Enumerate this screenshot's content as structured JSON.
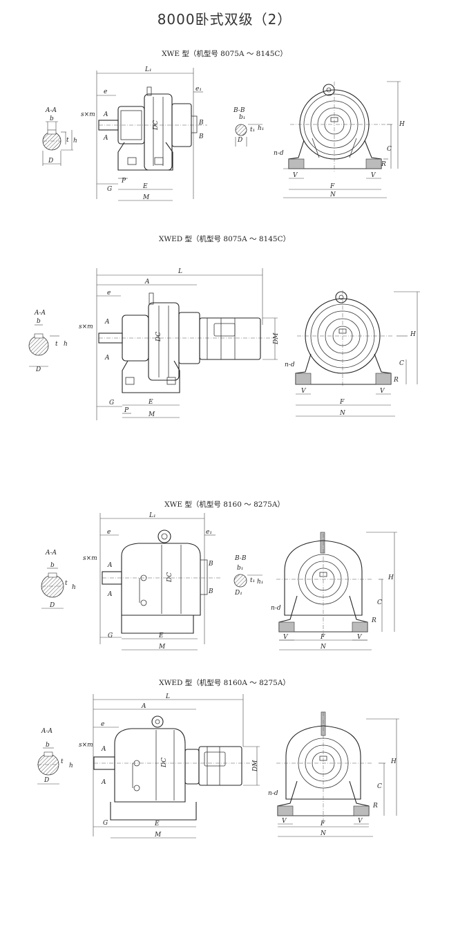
{
  "page": {
    "title": "8000卧式双级（2）"
  },
  "sections": [
    {
      "title": "XWE 型（机型号 8075A ～ 8145C）",
      "labels": {
        "aa": "A-A",
        "b": "b",
        "t": "t",
        "h": "h",
        "d": "D",
        "sm": "s×m",
        "a1": "A",
        "a2": "A",
        "e": "e",
        "l1": "L₁",
        "e1": "e₁",
        "dc": "DC",
        "b1": "B",
        "b2": "B",
        "g": "G",
        "p": "P",
        "e_dim": "E",
        "m": "M",
        "bb": "B-B",
        "b1s": "b₁",
        "t1": "t₁",
        "h1": "h₁",
        "d1": "D",
        "nd": "n-d",
        "v1": "V",
        "v2": "V",
        "f": "F",
        "n": "N",
        "hh": "H",
        "c": "C",
        "r": "R"
      }
    },
    {
      "title": "XWED 型（机型号 8075A ～ 8145C）",
      "labels": {
        "aa": "A-A",
        "b": "b",
        "t": "t",
        "h": "h",
        "d": "D",
        "sm": "s×m",
        "a1": "A",
        "a2": "A",
        "e": "e",
        "l": "L",
        "a_dim": "A",
        "dc": "DC",
        "dm": "DM",
        "g": "G",
        "p": "P",
        "e_dim": "E",
        "m": "M",
        "nd": "n-d",
        "v1": "V",
        "v2": "V",
        "f": "F",
        "n": "N",
        "hh": "H",
        "c": "C",
        "r": "R"
      }
    },
    {
      "title": "XWE 型（机型号 8160 ～ 8275A）",
      "labels": {
        "aa": "A-A",
        "b": "b",
        "t": "t",
        "h": "h",
        "d": "D",
        "sm": "s×m",
        "a1": "A",
        "a2": "A",
        "e": "e",
        "l1": "L₁",
        "e1": "e₁",
        "dc": "DC",
        "b1": "B",
        "b2": "B",
        "g": "G",
        "e_dim": "E",
        "m": "M",
        "bb": "B-B",
        "b1s": "b₁",
        "t1": "t₁",
        "h1": "h₁",
        "d1": "D₁",
        "nd": "n-d",
        "v1": "V",
        "v2": "V",
        "f": "F",
        "n": "N",
        "hh": "H",
        "c": "C",
        "r": "R"
      }
    },
    {
      "title": "XWED 型（机型号 8160A ～ 8275A）",
      "labels": {
        "aa": "A-A",
        "b": "b",
        "t": "t",
        "h": "h",
        "d": "D",
        "sm": "s×m",
        "a1": "A",
        "a2": "A",
        "e": "e",
        "l": "L",
        "a_dim": "A",
        "dc": "DC",
        "dm": "DM",
        "g": "G",
        "e_dim": "E",
        "m": "M",
        "nd": "n-d",
        "v1": "V",
        "v2": "V",
        "f": "F",
        "n": "N",
        "hh": "H",
        "c": "C",
        "r": "R"
      }
    }
  ]
}
